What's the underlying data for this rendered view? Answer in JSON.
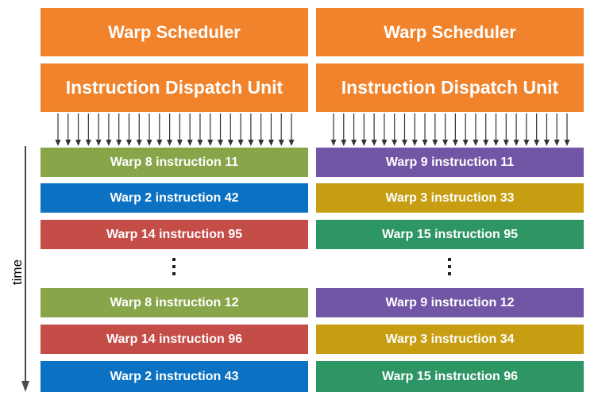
{
  "colors": {
    "orange": "#F0832B",
    "green": "#88A54A",
    "blue": "#0B72C3",
    "red": "#C44D48",
    "purple": "#7256A6",
    "gold": "#C79E11",
    "teal": "#2E9665"
  },
  "columns": [
    {
      "scheduler_label": "Warp Scheduler",
      "dispatch_label": "Instruction Dispatch Unit",
      "arrow_count": 24,
      "top_instructions": [
        {
          "label": "Warp 8 instruction 11",
          "color": "green"
        },
        {
          "label": "Warp 2 instruction 42",
          "color": "blue"
        },
        {
          "label": "Warp 14 instruction 95",
          "color": "red"
        }
      ],
      "bottom_instructions": [
        {
          "label": "Warp 8 instruction 12",
          "color": "green"
        },
        {
          "label": "Warp 14 instruction 96",
          "color": "red"
        },
        {
          "label": "Warp 2 instruction 43",
          "color": "blue"
        }
      ]
    },
    {
      "scheduler_label": "Warp Scheduler",
      "dispatch_label": "Instruction Dispatch Unit",
      "arrow_count": 24,
      "top_instructions": [
        {
          "label": "Warp 9 instruction 11",
          "color": "purple"
        },
        {
          "label": "Warp 3 instruction 33",
          "color": "gold"
        },
        {
          "label": "Warp 15 instruction 95",
          "color": "teal"
        }
      ],
      "bottom_instructions": [
        {
          "label": "Warp 9 instruction 12",
          "color": "purple"
        },
        {
          "label": "Warp 3 instruction 34",
          "color": "gold"
        },
        {
          "label": "Warp 15 instruction 96",
          "color": "teal"
        }
      ]
    }
  ],
  "time_axis_label": "time"
}
